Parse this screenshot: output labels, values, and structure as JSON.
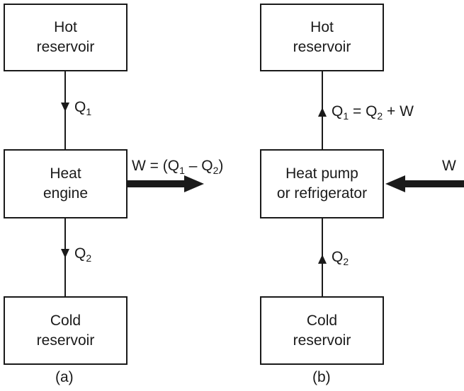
{
  "diagram_a": {
    "hot_reservoir": [
      "Hot",
      "reservoir"
    ],
    "engine": [
      "Heat",
      "engine"
    ],
    "cold_reservoir": [
      "Cold",
      "reservoir"
    ],
    "q1_label": {
      "symbol": "Q",
      "sub": "1"
    },
    "q2_label": {
      "symbol": "Q",
      "sub": "2"
    },
    "work_label": {
      "prefix": "W = (Q",
      "sub1": "1",
      "mid": " – Q",
      "sub2": "2",
      "suffix": ")"
    },
    "caption": "(a)"
  },
  "diagram_b": {
    "hot_reservoir": [
      "Hot",
      "reservoir"
    ],
    "pump": [
      "Heat pump",
      "or refrigerator"
    ],
    "cold_reservoir": [
      "Cold",
      "reservoir"
    ],
    "q1_label": {
      "symbol": "Q",
      "sub1": "1",
      "mid": " = Q",
      "sub2": "2",
      "suffix": " + W"
    },
    "q2_label": {
      "symbol": "Q",
      "sub": "2"
    },
    "work_label": "W",
    "caption": "(b)"
  },
  "colors": {
    "line": "#1a1a1a",
    "background": "#ffffff"
  }
}
